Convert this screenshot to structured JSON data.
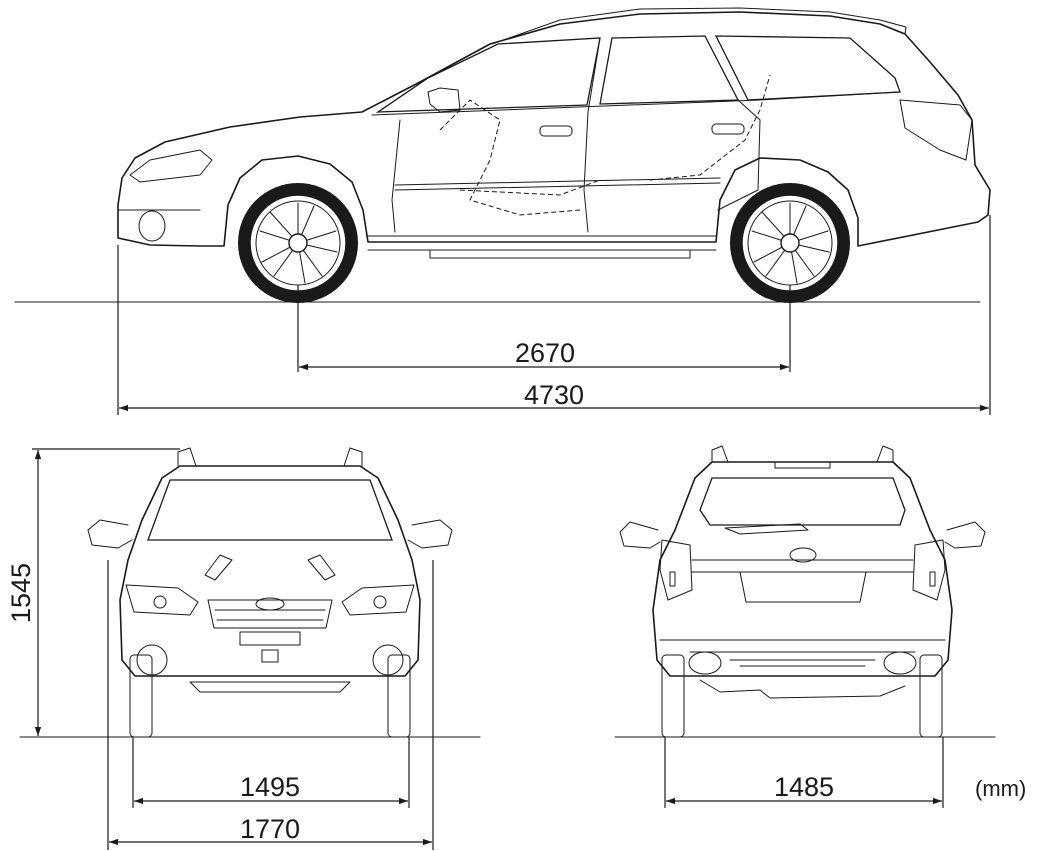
{
  "dimensions": {
    "wheelbase": "2670",
    "overall_length": "4730",
    "overall_height": "1545",
    "front_track": "1495",
    "overall_width": "1770",
    "rear_track": "1485"
  },
  "unit_label": "(mm)",
  "colors": {
    "line": "#1a1a1a",
    "background": "#ffffff"
  }
}
